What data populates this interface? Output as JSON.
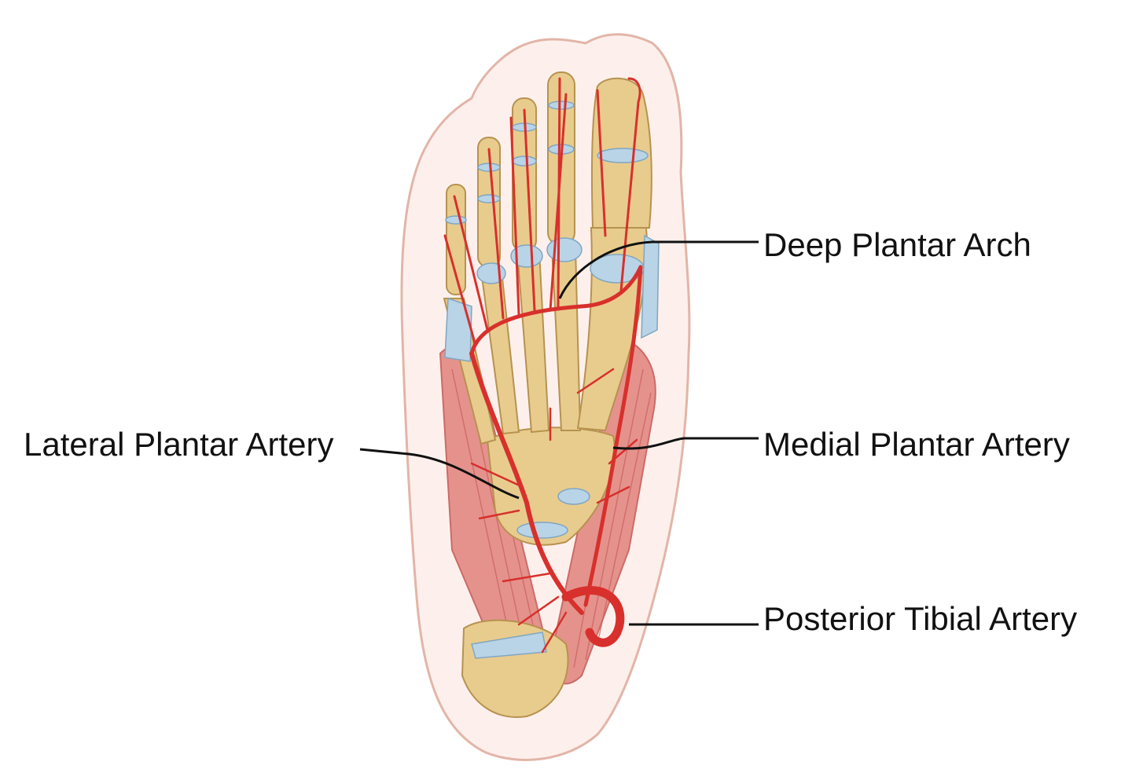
{
  "labels": {
    "deep_plantar_arch": "Deep Plantar Arch",
    "lateral_plantar_artery": "Lateral Plantar Artery",
    "medial_plantar_artery": "Medial Plantar Artery",
    "posterior_tibial_artery": "Posterior Tibial Artery"
  },
  "colors": {
    "skin_fill": "#fdf0ec",
    "skin_outline": "#e2b5a8",
    "bone": "#e8cc8e",
    "bone_outline": "#b7924f",
    "cartilage": "#b9d4e6",
    "muscle": "#e48b86",
    "muscle_line": "#c85f5b",
    "artery": "#d8302c",
    "leader": "#111111"
  }
}
